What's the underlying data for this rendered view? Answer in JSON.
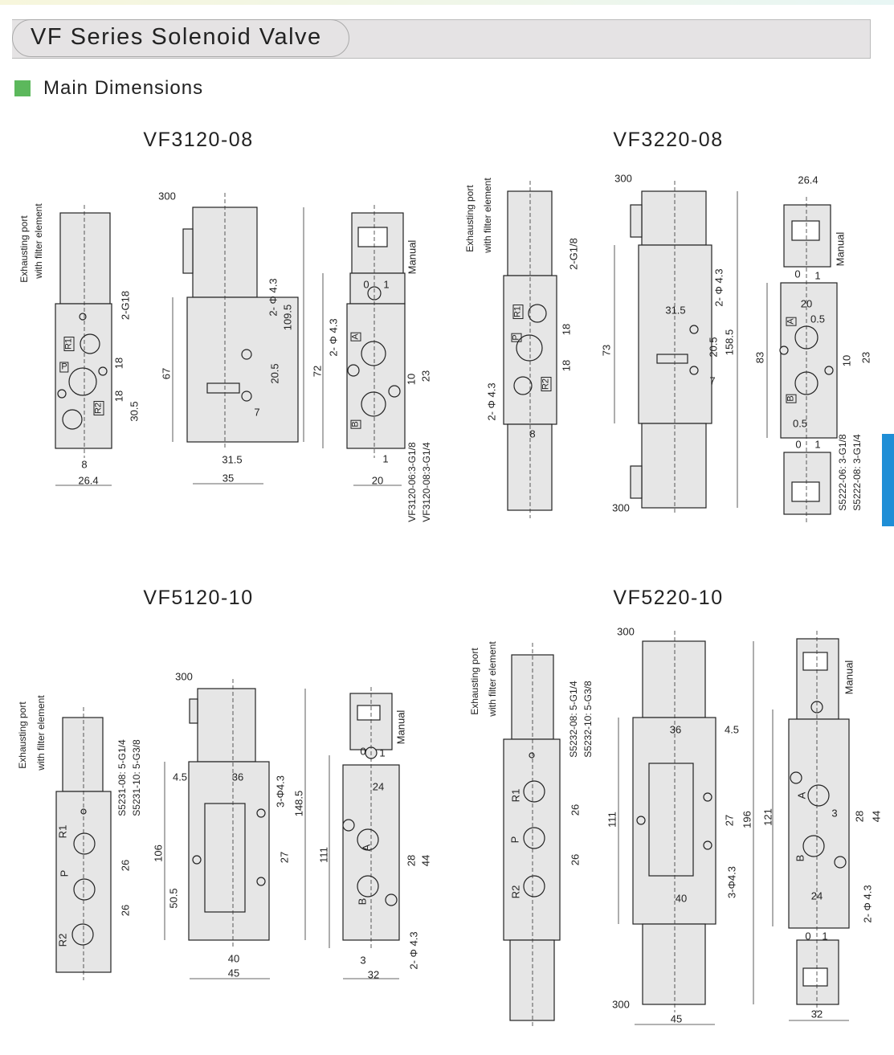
{
  "header": {
    "title": "VF Series Solenoid Valve"
  },
  "section": {
    "title": "Main Dimensions"
  },
  "colors": {
    "accent": "#5cb85c",
    "tab": "#1f8ed6",
    "body": "#e6e6e6"
  },
  "drawings": [
    {
      "model": "VF3120-08",
      "labels": [
        "Exhausting port",
        "with filter element",
        "2-G18",
        "R1",
        "P",
        "R2",
        "18",
        "18",
        "30.5",
        "8",
        "26.4",
        "300",
        "2- Φ 4.3",
        "109.5",
        "67",
        "20.5",
        "7",
        "31.5",
        "35",
        "72",
        "2- Φ 4.3",
        "A",
        "B",
        "Manual",
        "0",
        "1",
        "10",
        "23",
        "1",
        "20",
        "VF3120-06:3-G1/8",
        "VF3120-08:3-G1/4"
      ]
    },
    {
      "model": "VF3220-08",
      "labels": [
        "Exhausting port",
        "with filter element",
        "2-G1/8",
        "R1",
        "P",
        "R2",
        "18",
        "18",
        "2- Φ 4.3",
        "8",
        "300",
        "2- Φ 4.3",
        "31.5",
        "20.5",
        "158.5",
        "73",
        "7",
        "300",
        "26.4",
        "Manual",
        "0",
        "1",
        "20",
        "A",
        "0.5",
        "83",
        "10",
        "23",
        "B",
        "0.5",
        "0",
        "1",
        "S5222-06: 3-G1/8",
        "S5222-08: 3-G1/4"
      ]
    },
    {
      "model": "VF5120-10",
      "labels": [
        "Exhausting port",
        "with filter element",
        "S5231-08: 5-G1/4",
        "S5231-10: 5-G3/8",
        "R1",
        "P",
        "R2",
        "26",
        "26",
        "300",
        "4.5",
        "36",
        "3-Φ4.3",
        "148.5",
        "27",
        "106",
        "50.5",
        "40",
        "45",
        "Manual",
        "0",
        "1",
        "24",
        "111",
        "A",
        "28",
        "44",
        "B",
        "2- Φ 4.3",
        "3",
        "32"
      ]
    },
    {
      "model": "VF5220-10",
      "labels": [
        "Exhausting port",
        "with filter element",
        "S5232-08: 5-G1/4",
        "S5232-10: 5-G3/8",
        "R1",
        "P",
        "R2",
        "26",
        "26",
        "300",
        "36",
        "4.5",
        "111",
        "27",
        "196",
        "3-Φ4.3",
        "40",
        "300",
        "45",
        "Manual",
        "121",
        "A",
        "3",
        "28",
        "44",
        "B",
        "24",
        "2- Φ 4.3",
        "0",
        "1",
        "32"
      ]
    }
  ]
}
